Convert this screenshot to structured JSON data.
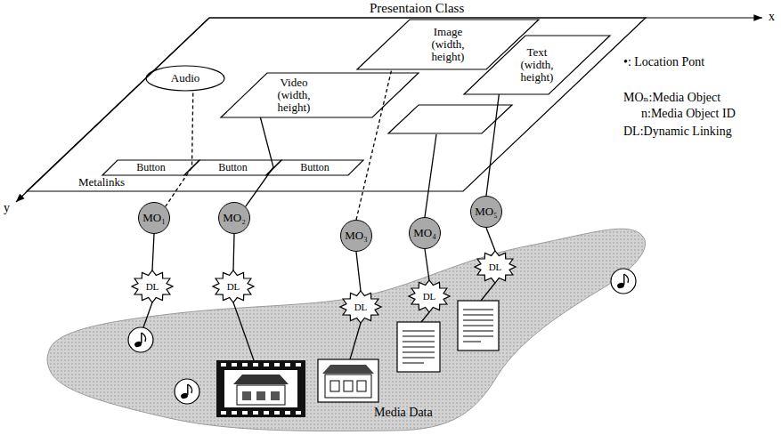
{
  "diagram": {
    "nodes": [
      {
        "text": [
          "Presentaion Class"
        ]
      },
      {
        "text": [
          "Audio"
        ],
        "in": 0
      },
      {
        "text": [
          "Video (width, height)"
        ],
        "in": 0
      },
      {
        "text": [
          "Image (width, height)"
        ],
        "in": 0
      },
      {
        "text": [
          "Text (width, height)"
        ],
        "in": 0
      },
      {
        "text": [
          "Button"
        ],
        "in": 0
      },
      {
        "text": [
          "Button"
        ],
        "in": 0
      },
      {
        "text": [
          "Button"
        ],
        "in": 0
      },
      {
        "text": [
          "MO₁"
        ]
      },
      {
        "text": [
          "MO₂"
        ]
      },
      {
        "text": [
          "MO₃"
        ]
      },
      {
        "text": [
          "MO₄"
        ]
      },
      {
        "text": [
          "MO₅"
        ]
      },
      {
        "text": [
          "DL"
        ]
      },
      {
        "text": [
          "DL"
        ]
      },
      {
        "text": [
          "DL"
        ]
      },
      {
        "text": [
          "DL"
        ]
      },
      {
        "text": [
          "DL"
        ]
      },
      {
        "text": [
          "Media Data"
        ]
      }
    ],
    "edges": [
      {
        "from": 8,
        "to": 1,
        "arrow": "none"
      },
      {
        "from": 9,
        "to": 2,
        "arrow": "none"
      },
      {
        "from": 10,
        "to": 3,
        "arrow": "none"
      },
      {
        "from": 12,
        "to": 4,
        "arrow": "none"
      },
      {
        "from": 8,
        "to": 13,
        "arrow": "none"
      },
      {
        "from": 9,
        "to": 14,
        "arrow": "none"
      },
      {
        "from": 10,
        "to": 15,
        "arrow": "none"
      },
      {
        "from": 11,
        "to": 16,
        "arrow": "none"
      },
      {
        "from": 12,
        "to": 17,
        "arrow": "none"
      }
    ],
    "labels": [
      "x",
      "y",
      "Metalinks",
      "•: Location Pont",
      "MOₙ:Media Object",
      "n:Media Object ID",
      "DL:Dynamic Linking"
    ]
  }
}
